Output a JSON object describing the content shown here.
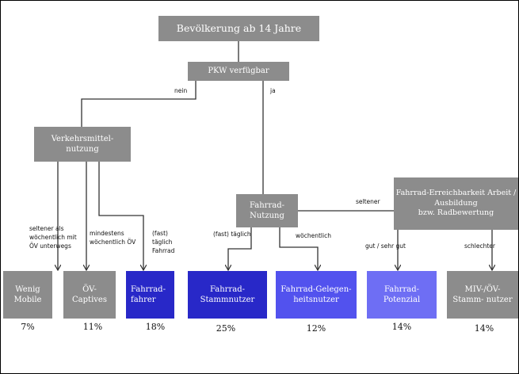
{
  "colors": {
    "gray": "#8c8c8c",
    "dark_blue": "#2828c8",
    "mid_blue": "#5252ee",
    "light_blue": "#6e6ef4",
    "line": "#333333"
  },
  "nodes": {
    "root": "Bevölkerung ab 14 Jahre",
    "pkw": "PKW verfügbar",
    "verkehr_l1": "Verkehrsmittel-",
    "verkehr_l2": "nutzung",
    "fahrrad_nutzung_l1": "Fahrrad-",
    "fahrrad_nutzung_l2": "Nutzung",
    "erreich_l1": "Fahrrad-Erreichbarkeit Arbeit /",
    "erreich_l2": "Ausbildung",
    "erreich_l3": "bzw. Radbewertung"
  },
  "edges": {
    "nein": "nein",
    "ja": "ja",
    "seltener_als_l1": "seltener als",
    "seltener_als_l2": "wöchentlich mit",
    "seltener_als_l3": "ÖV unterwegs",
    "mindestens_l1": "mindestens",
    "mindestens_l2": "wöchentlich ÖV",
    "fast_l1": "(fast)",
    "fast_l2": "täglich",
    "fast_l3": "Fahrrad",
    "fast_taeglich": "(fast) täglich",
    "woechentlich": "wöchentlich",
    "seltener": "seltener",
    "gut": "gut / sehr gut",
    "schlechter": "schlechter"
  },
  "segments": [
    {
      "l1": "Wenig",
      "l2": "Mobile",
      "pct": "7%"
    },
    {
      "l1": "ÖV-",
      "l2": "Captives",
      "pct": "11%"
    },
    {
      "l1": "Fahrrad-",
      "l2": "fahrer",
      "pct": "18%"
    },
    {
      "l1": "Fahrrad-",
      "l2": "Stammnutzer",
      "pct": "25%"
    },
    {
      "l1": "Fahrrad-Gelegen-",
      "l2": "heitsnutzer",
      "pct": "12%"
    },
    {
      "l1": "Fahrrad-",
      "l2": "Potenzial",
      "pct": "14%"
    },
    {
      "l1": "MIV-/ÖV-",
      "l2": "Stamm- nutzer",
      "pct": "14%"
    }
  ]
}
